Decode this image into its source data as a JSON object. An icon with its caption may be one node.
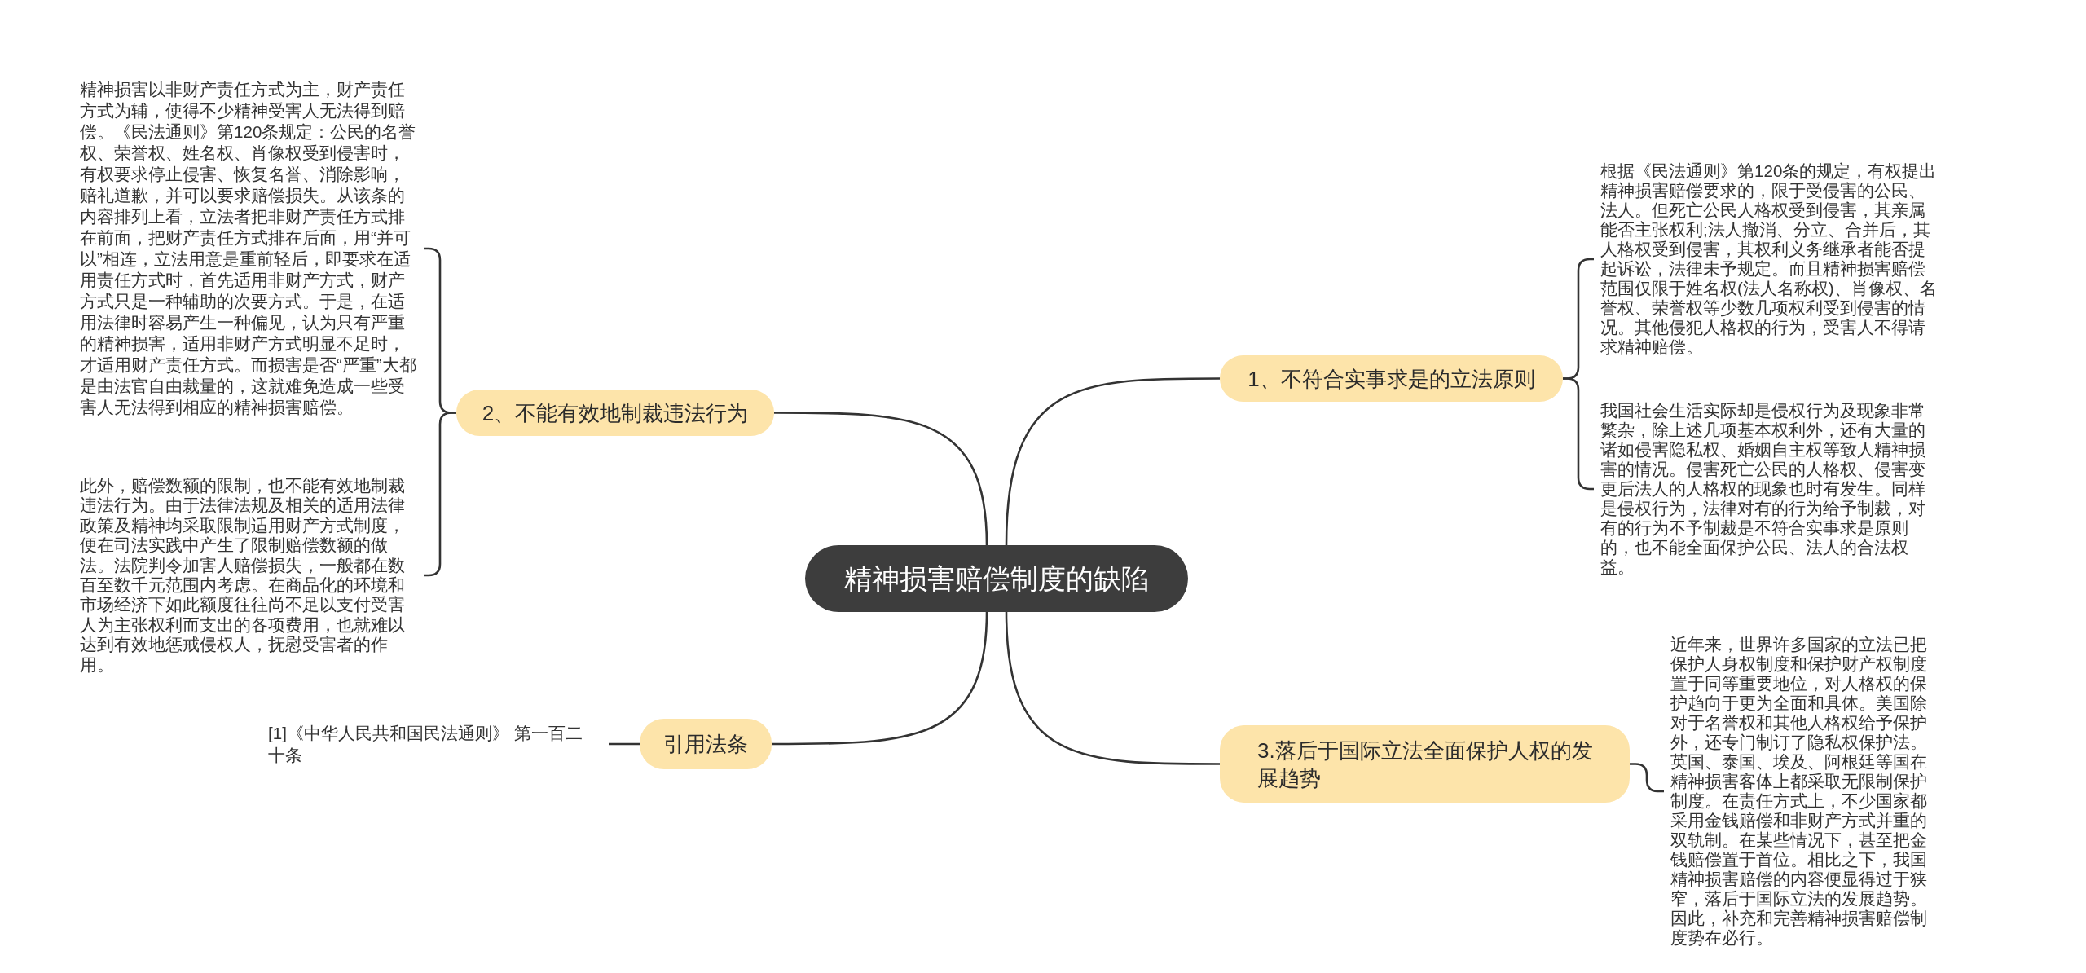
{
  "diagram": {
    "nodes": [
      {
        "text": [
          "精神损害赔偿制度的缺陷"
        ]
      },
      {
        "text": [
          "1、不符合实事求是的立法原则"
        ]
      },
      {
        "text": [
          "根据《民法通则》第120条的规定，有权提出精神损害赔偿要求的，限于受侵害的公民、法人。但死亡公民人格权受到侵害，其亲属能否主张权利;法人撤消、分立、合并后，其人格权受到侵害，其权利义务继承者能否提起诉讼，法律未予规定。而且精神损害赔偿范围仅限于姓名权(法人名称权)、肖像权、名誉权、荣誉权等少数几项权利受到侵害的情况。其他侵犯人格权的行为，受害人不得请求精神赔偿。"
        ]
      },
      {
        "text": [
          "我国社会生活实际却是侵权行为及现象非常繁杂，除上述几项基本权利外，还有大量的诸如侵害隐私权、婚姻自主权等致人精神损害的情况。侵害死亡公民的人格权、侵害变更后法人的人格权的现象也时有发生。同样是侵权行为，法律对有的行为给予制裁，对有的行为不予制裁是不符合实事求是原则的，也不能全面保护公民、法人的合法权益。"
        ]
      },
      {
        "text": [
          "2、不能有效地制裁违法行为"
        ]
      },
      {
        "text": [
          "精神损害以非财产责任方式为主，财产责任方式为辅，使得不少精神受害人无法得到赔偿。《民法通则》第120条规定：公民的名誉权、荣誉权、姓名权、肖像权受到侵害时，有权要求停止侵害、恢复名誉、消除影响，赔礼道歉，并可以要求赔偿损失。从该条的内容排列上看，立法者把非财产责任方式排在前面，把财产责任方式排在后面，用“并可以”相连，立法用意是重前轻后，即要求在适用责任方式时，首先适用非财产方式，财产方式只是一种辅助的次要方式。于是，在适用法律时容易产生一种偏见，认为只有严重的精神损害，适用非财产方式明显不足时，才适用财产责任方式。而损害是否“严重”大都是由法官自由裁量的，这就难免造成一些受害人无法得到相应的精神损害赔偿。"
        ]
      },
      {
        "text": [
          "此外，赔偿数额的限制，也不能有效地制裁违法行为。由于法律法规及相关的适用法律政策及精神均采取限制适用财产方式制度，便在司法实践中产生了限制赔偿数额的做法。法院判令加害人赔偿损失，一般都在数百至数千元范围内考虑。在商品化的环境和市场经济下如此额度往往尚不足以支付受害人为主张权利而支出的各项费用，也就难以达到有效地惩戒侵权人，抚慰受害者的作用。"
        ]
      },
      {
        "text": [
          "3.落后于国际立法全面保护人权的发展趋势"
        ]
      },
      {
        "text": [
          "近年来，世界许多国家的立法已把保护人身权制度和保护财产权制度置于同等重要地位，对人格权的保护趋向于更为全面和具体。美国除对于名誉权和其他人格权给予保护外，还专门制订了隐私权保护法。英国、泰国、埃及、阿根廷等国在精神损害客体上都采取无限制保护制度。在责任方式上，不少国家都采用金钱赔偿和非财产方式并重的双轨制。在某些情况下，甚至把金钱赔偿置于首位。相比之下，我国精神损害赔偿的内容便显得过于狭窄，落后于国际立法的发展趋势。因此，补充和完善精神损害赔偿制度势在必行。"
        ]
      },
      {
        "text": [
          "引用法条"
        ]
      },
      {
        "text": [
          "[1]《中华人民共和国民法通则》 第一百二十条"
        ]
      }
    ],
    "edges": [
      {
        "from": 0,
        "to": 1,
        "arrow": "none"
      },
      {
        "from": 1,
        "to": 2,
        "arrow": "none"
      },
      {
        "from": 1,
        "to": 3,
        "arrow": "none"
      },
      {
        "from": 0,
        "to": 4,
        "arrow": "none"
      },
      {
        "from": 4,
        "to": 5,
        "arrow": "none"
      },
      {
        "from": 4,
        "to": 6,
        "arrow": "none"
      },
      {
        "from": 0,
        "to": 7,
        "arrow": "none"
      },
      {
        "from": 7,
        "to": 8,
        "arrow": "none"
      },
      {
        "from": 0,
        "to": 9,
        "arrow": "none"
      },
      {
        "from": 9,
        "to": 10,
        "arrow": "none"
      }
    ]
  }
}
